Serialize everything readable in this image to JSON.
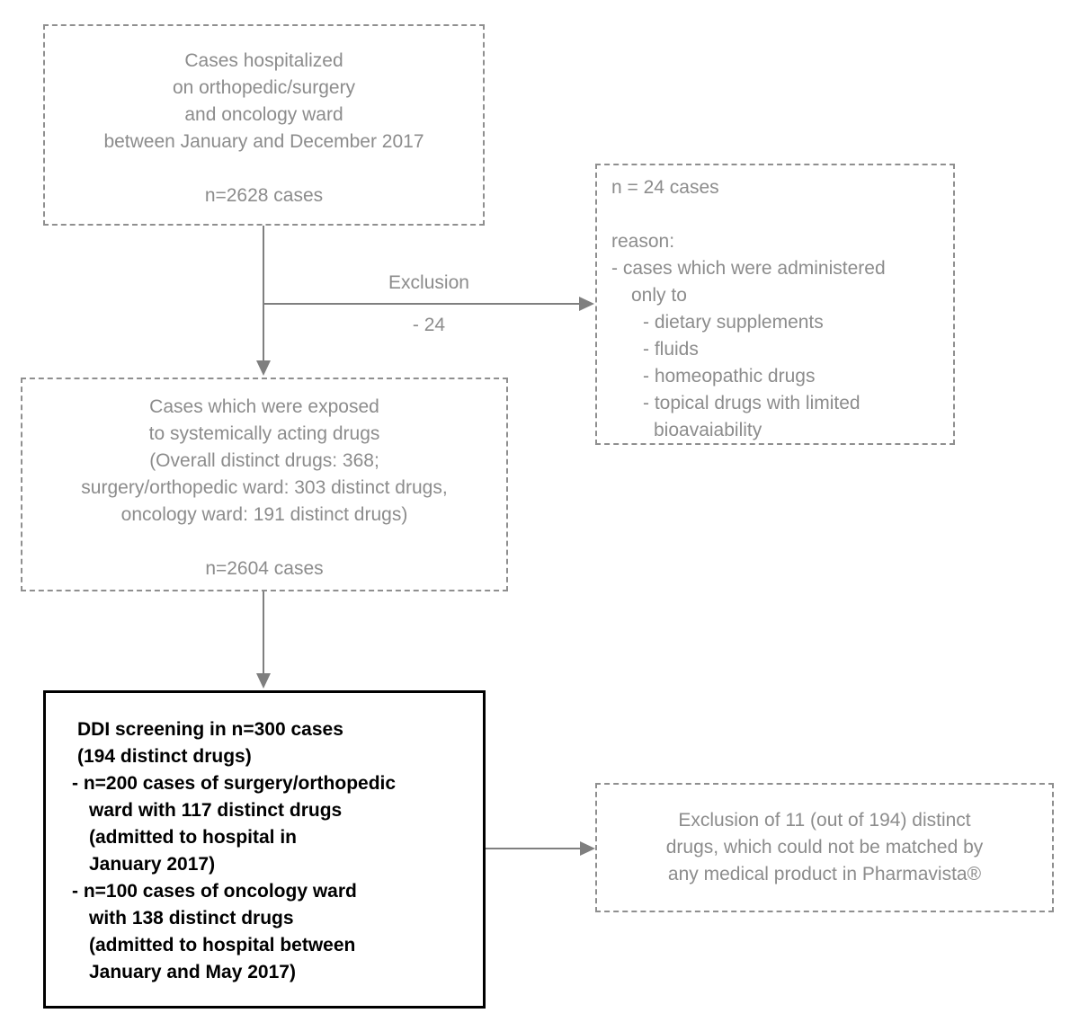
{
  "colors": {
    "gray_text": "#8c8c8c",
    "gray_border": "#8f8f8f",
    "arrow": "#7f7f7f",
    "solid_box_border": "#000000",
    "solid_box_text": "#000000",
    "background": "#ffffff"
  },
  "flowchart": {
    "top_box": {
      "lines": [
        "Cases hospitalized",
        "on orthopedic/surgery",
        "and oncology ward",
        "between January and December 2017",
        "",
        "n=2628 cases"
      ]
    },
    "exclusion_box": {
      "lines": [
        {
          "text": "n = 24 cases"
        },
        {
          "text": ""
        },
        {
          "text": "reason:"
        },
        {
          "text": "- cases which were administered"
        },
        {
          "text": "only to",
          "indent": 1
        },
        {
          "text": "- dietary supplements",
          "indent": 2
        },
        {
          "text": "- fluids",
          "indent": 2
        },
        {
          "text": "- homeopathic drugs",
          "indent": 2
        },
        {
          "text": "- topical drugs with limited",
          "indent": 2
        },
        {
          "text": "bioavaiability",
          "indent": 3
        }
      ]
    },
    "middle_box": {
      "lines": [
        "Cases which were exposed",
        "to systemically acting drugs",
        "(Overall distinct drugs: 368;",
        "surgery/orthopedic ward: 303 distinct drugs,",
        "oncology ward: 191 distinct drugs)",
        "",
        "n=2604 cases"
      ]
    },
    "ddi_box": {
      "lines": [
        {
          "text": "DDI screening in n=300 cases"
        },
        {
          "text": "(194 distinct drugs)"
        },
        {
          "text": "- n=200 cases of surgery/orthopedic",
          "indent": "b"
        },
        {
          "text": "ward with 117 distinct drugs",
          "indent": "c"
        },
        {
          "text": "(admitted to hospital in",
          "indent": "c"
        },
        {
          "text": "January 2017)",
          "indent": "c"
        },
        {
          "text": "- n=100 cases of oncology ward",
          "indent": "b"
        },
        {
          "text": "with 138 distinct drugs",
          "indent": "c"
        },
        {
          "text": "(admitted to hospital between",
          "indent": "c"
        },
        {
          "text": "January and May 2017)",
          "indent": "c"
        }
      ]
    },
    "pharmavista_box": {
      "lines": [
        "Exclusion of 11 (out of 194) distinct",
        "drugs, which could not be matched by",
        "any medical product in Pharmavista®"
      ]
    },
    "arrow_labels": {
      "exclusion": "Exclusion",
      "exclusion_count": "- 24"
    }
  }
}
